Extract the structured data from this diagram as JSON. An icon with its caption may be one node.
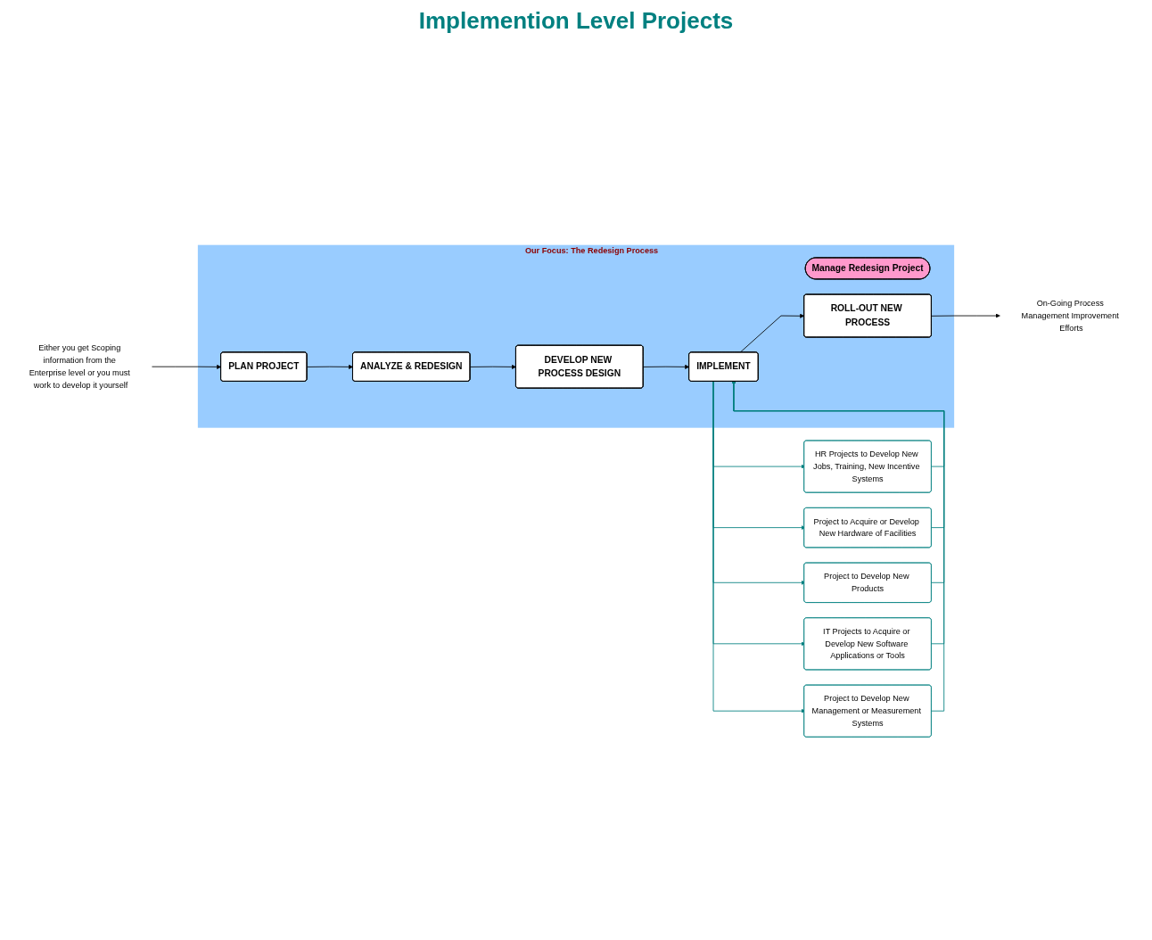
{
  "diagram": {
    "nodes": [
      {
        "text": [
          "Either you get Scoping information from the Enterprise level or you must work to develop it yourself"
        ]
      },
      {
        "text": [
          "On-Going Process Management Improvement Efforts"
        ]
      },
      {
        "text": [
          "Our Focus:  The Redesign Process"
        ]
      },
      {
        "text": [
          "Manage Redesign Project"
        ],
        "in": 2
      },
      {
        "text": [
          "PLAN PROJECT"
        ],
        "in": 2
      },
      {
        "text": [
          "ANALYZE & REDESIGN"
        ],
        "in": 2
      },
      {
        "text": [
          "DEVELOP NEW PROCESS DESIGN"
        ],
        "in": 2
      },
      {
        "text": [
          "IMPLEMENT"
        ],
        "in": 2
      },
      {
        "text": [
          "ROLL-OUT NEW PROCESS"
        ],
        "in": 2
      },
      {
        "text": [
          "HR Projects to Develop New Jobs, Training, New Incentive Systems"
        ]
      },
      {
        "text": [
          "Project to Acquire or Develop New Hardware of Facilities"
        ]
      },
      {
        "text": [
          "Project to Develop New Products"
        ]
      },
      {
        "text": [
          "IT Projects to Acquire or Develop New Software Applications or Tools"
        ]
      },
      {
        "text": [
          "Project to Develop New Management or Measurement Systems"
        ]
      }
    ],
    "edges": [
      {
        "from": 0,
        "to": 4,
        "arrow": "to",
        "color": "#000000"
      },
      {
        "from": 4,
        "to": 5,
        "arrow": "to",
        "color": "#000000"
      },
      {
        "from": 5,
        "to": 6,
        "arrow": "to",
        "color": "#000000"
      },
      {
        "from": 6,
        "to": 7,
        "arrow": "to",
        "color": "#000000"
      },
      {
        "from": 7,
        "to": 8,
        "arrow": "to",
        "color": "#000000"
      },
      {
        "from": 8,
        "to": 1,
        "arrow": "to",
        "color": "#000000"
      },
      {
        "from": 7,
        "to": 9,
        "arrow": "to",
        "color": "#008080"
      },
      {
        "from": 7,
        "to": 10,
        "arrow": "to",
        "color": "#008080"
      },
      {
        "from": 7,
        "to": 11,
        "arrow": "to",
        "color": "#008080"
      },
      {
        "from": 7,
        "to": 12,
        "arrow": "to",
        "color": "#008080"
      },
      {
        "from": 7,
        "to": 13,
        "arrow": "to",
        "color": "#008080"
      },
      {
        "from": 9,
        "to": 7,
        "arrow": "to",
        "color": "#008080"
      },
      {
        "from": 10,
        "to": 7,
        "arrow": "to",
        "color": "#008080"
      },
      {
        "from": 11,
        "to": 7,
        "arrow": "to",
        "color": "#008080"
      },
      {
        "from": 12,
        "to": 7,
        "arrow": "to",
        "color": "#008080"
      },
      {
        "from": 13,
        "to": 7,
        "arrow": "to",
        "color": "#008080"
      }
    ],
    "labels": [
      "Implemention Level Projects"
    ]
  }
}
